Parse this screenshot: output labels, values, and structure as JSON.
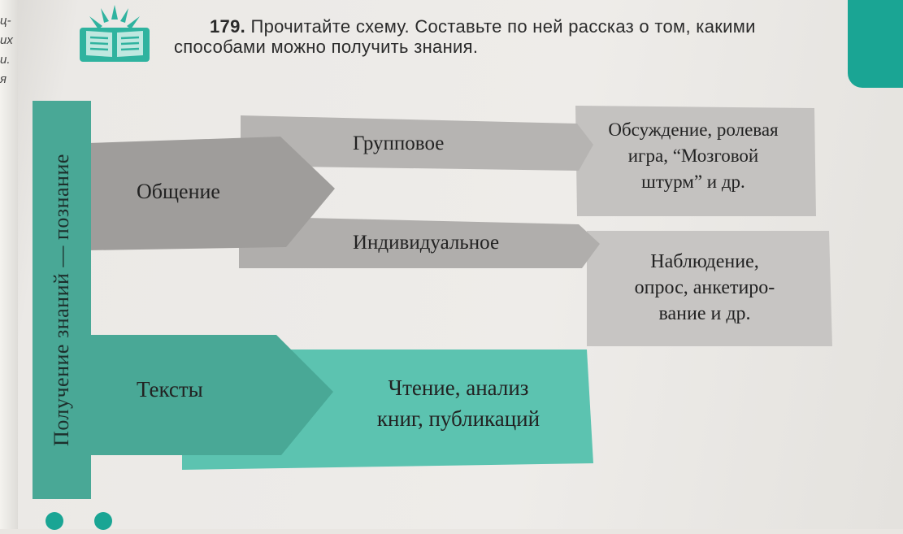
{
  "exercise": {
    "number": "179.",
    "instruction_line1": "Прочитайте схему. Составьте по ней рассказ о том, какими",
    "instruction_line2": "способами можно получить знания."
  },
  "previous_page_fragments": [
    "ц-",
    "их",
    "и.",
    "я"
  ],
  "scheme": {
    "vertical_label": "Получение знаний — познание",
    "communication": {
      "label": "Общение",
      "group": {
        "label": "Групповое",
        "result": [
          "Обсуждение, ролевая",
          "игра, “Мозговой",
          "штурм” и др."
        ]
      },
      "individual": {
        "label": "Индивидуальное",
        "result": [
          "Наблюдение,",
          "опрос, анкетиро-",
          "вание и др."
        ]
      }
    },
    "texts": {
      "label": "Тексты",
      "result": [
        "Чтение, анализ",
        "книг, публикаций"
      ]
    }
  },
  "colors": {
    "teal": "#49a896",
    "teal_light": "#5cc3b0",
    "gray_dark": "#9e9c9a",
    "gray_mid": "#b3b1af",
    "gray_light": "#c4c2c0",
    "accent": "#1aa594"
  }
}
